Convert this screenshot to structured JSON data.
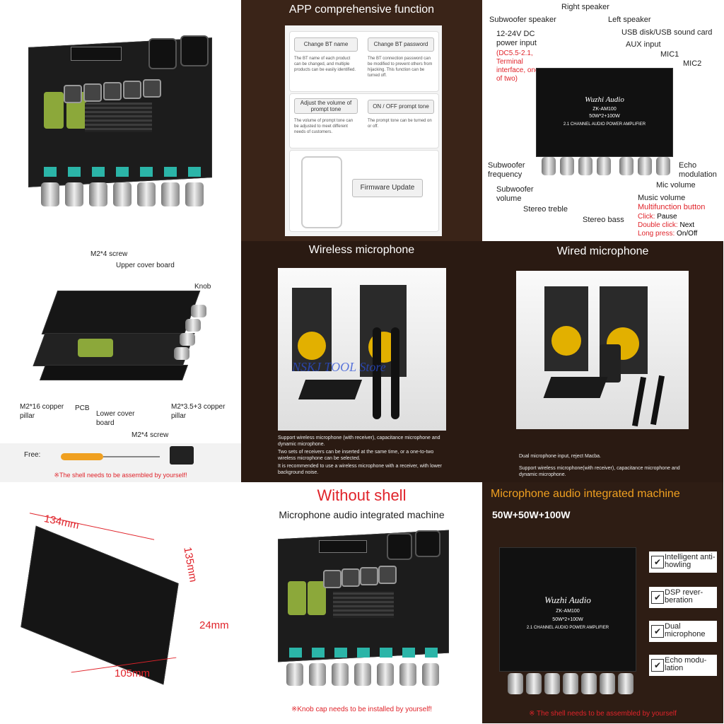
{
  "panel2": {
    "title": "APP comprehensive function",
    "items": [
      {
        "label": "Change BT name",
        "desc": "The BT name of each product can be changed, and multiple products can be easily identified."
      },
      {
        "label": "Change BT password",
        "desc": "The BT connection password can be modified to prevent others from hijacking. This function can be turned off."
      },
      {
        "label": "Adjust the volume of prompt tone",
        "desc": "The volume of prompt tone can be adjusted to meet different needs of customers."
      },
      {
        "label": "ON / OFF prompt tone",
        "desc": "The prompt tone can be turned on or off."
      }
    ],
    "firmware": "Firmware Update"
  },
  "panel3": {
    "right_speaker": "Right speaker",
    "subwoofer_speaker": "Subwoofer speaker",
    "left_speaker": "Left speaker",
    "dc_power_1": "12-24V DC",
    "dc_power_2": "power input",
    "dc_note": "(DC5.5-2.1, Terminal interface, one of two)",
    "usb": "USB disk/USB sound card",
    "aux": "AUX input",
    "mic1": "MIC1",
    "mic2": "MIC2",
    "board_brand": "Wuzhi Audio",
    "board_model": "ZK-AM100",
    "board_power": "50W*2+100W",
    "board_name": "2.1 CHANNEL AUDIO POWER AMPLIFIER",
    "sub_freq": "Subwoofer frequency",
    "sub_vol": "Subwoofer volume",
    "treble": "Stereo treble",
    "bass": "Stereo bass",
    "mic_vol": "Mic volume",
    "music_vol": "Music volume",
    "echo": "Echo modulation",
    "multi": "Multifunction button",
    "click": "Click:",
    "click_v": "Pause",
    "dclick": "Double click:",
    "dclick_v": "Next",
    "lpress": "Long press:",
    "lpress_v": "On/Off"
  },
  "panel4": {
    "m2x4_top": "M2*4 screw",
    "upper": "Upper cover board",
    "knob": "Knob",
    "m2x16": "M2*16 copper pillar",
    "pcb": "PCB",
    "lower": "Lower cover board",
    "m235": "M2*3.5+3 copper pillar",
    "m2x4_bottom": "M2*4 screw",
    "free": "Free:",
    "note": "※The shell needs to be assembled by yourself!"
  },
  "panel5": {
    "title": "Wireless microphone",
    "watermark": "NSKJ TOOL Store",
    "bullets": [
      "Support wireless microphone (with receiver), capacitance microphone and dynamic microphone.",
      "Two sets of receivers can be inserted at the same time, or a one-to-two wireless microphone can be selected.",
      "It is recommended to use a wireless microphone with a receiver, with lower background noise."
    ]
  },
  "panel6": {
    "title": "Wired microphone",
    "bullets": [
      "Dual microphone input, reject Macba.",
      "Support wireless microphone(with receiver), capacitance microphone and dynamic microphone."
    ]
  },
  "panel7": {
    "w": "134mm",
    "h": "135mm",
    "d": "24mm",
    "l": "105mm"
  },
  "panel8": {
    "title": "Without shell",
    "subtitle": "Microphone audio integrated machine",
    "note": "※Knob cap needs to be installed by yourself!"
  },
  "panel9": {
    "title": "Microphone audio integrated machine",
    "power": "50W+50W+100W",
    "features": [
      "Intelligent anti-howling",
      "DSP rever-beration",
      "Dual microphone",
      "Echo modu-lation"
    ],
    "note": "※ The shell needs to be assembled by yourself"
  },
  "colors": {
    "accent_red": "#e0232a",
    "teal": "#2bb5a8",
    "orange": "#f0a020"
  }
}
